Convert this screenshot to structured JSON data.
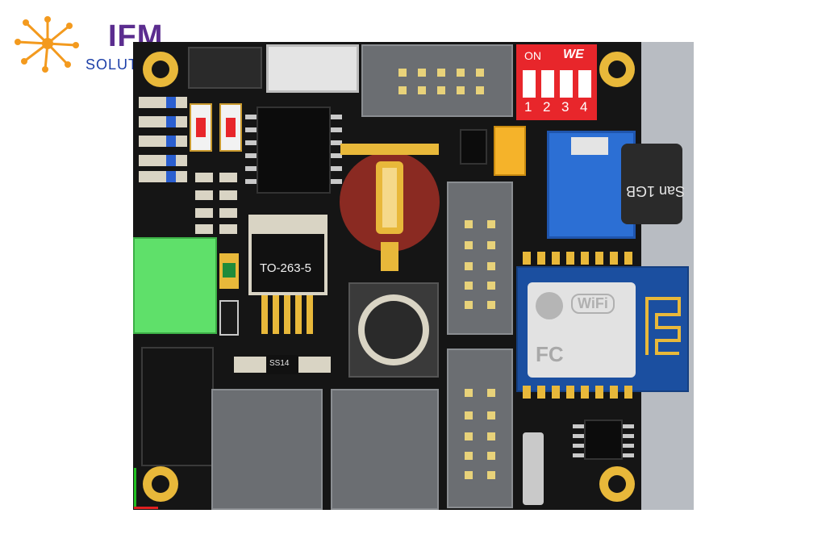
{
  "logo": {
    "brand_top": "IFM",
    "brand_bottom": "SOLUTIONS",
    "colors": {
      "orange": "#f39a1e",
      "purple": "#5b2d8f",
      "blue": "#1c3fa8"
    },
    "icon": "network-node-icon"
  },
  "board": {
    "regulator_label": "TO-263-5",
    "dip_switch": {
      "on_label": "ON",
      "brand": "WE",
      "numbers": [
        "1",
        "2",
        "3",
        "4"
      ]
    },
    "sd_card_label": "San 1GB",
    "wifi_module": {
      "wifi_text": "WiFi",
      "fc_text": "FC"
    },
    "diode_label": "SS14",
    "colors": {
      "pcb": "#151515",
      "gold": "#e8b83a",
      "dip_red": "#e8262b",
      "module_blue": "#1b4fa0",
      "terminal_green": "#5fe06a",
      "gray_side": "#b8bcc2"
    }
  }
}
